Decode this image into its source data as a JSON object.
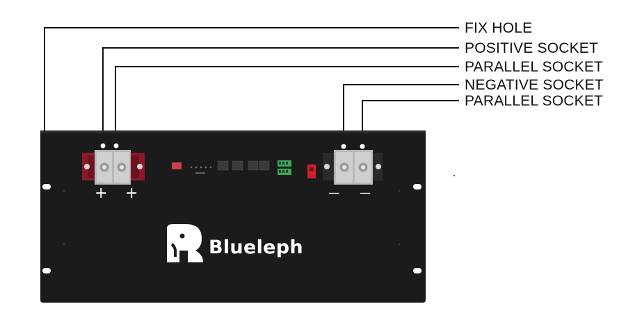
{
  "labels": {
    "fix_hole": "FIX HOLE",
    "positive_socket": "POSITIVE SOCKET",
    "parallel_socket_1": "PARALLEL SOCKET",
    "negative_socket": "NEGATIVE SOCKET",
    "parallel_socket_2": "PARALLEL SOCKET"
  },
  "panel": {
    "brand": "Blueleph",
    "positive_marks": [
      "+",
      "+"
    ],
    "negative_marks": [
      "—",
      "—"
    ]
  },
  "colors": {
    "panel": "#1b1b1b",
    "terminal_red": "#8a1a2a",
    "terminal_grey": "#b8b8b8",
    "connector_green": "#3aa85a",
    "switch_red": "#d0202a",
    "leader_line": "#111111"
  }
}
